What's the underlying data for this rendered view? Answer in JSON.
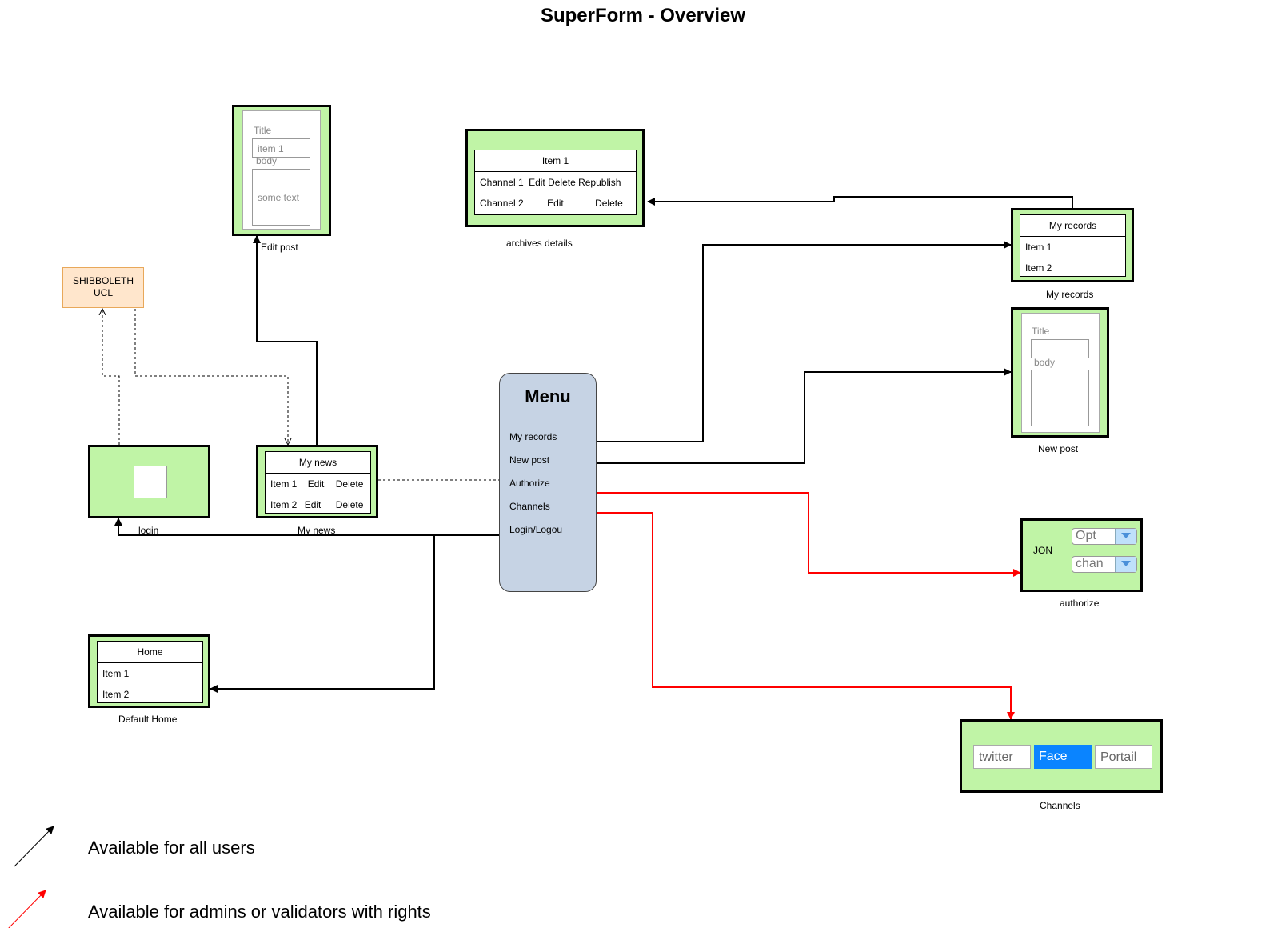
{
  "title": "SuperForm - Overview",
  "edit_post": {
    "title_label": "Title",
    "title_value": "item 1",
    "body_label": "body",
    "body_value": "some text",
    "caption": "Edit post"
  },
  "archives": {
    "header": "Item 1",
    "rows": [
      {
        "channel": "Channel 1",
        "actions": "Edit Delete Republish"
      },
      {
        "channel": "Channel 2",
        "edit": "Edit",
        "delete": "Delete"
      }
    ],
    "caption": "archives details"
  },
  "my_records": {
    "header": "My records",
    "items": [
      "Item 1",
      "Item 2"
    ],
    "caption": "My records"
  },
  "new_post": {
    "title_label": "Title",
    "body_label": "body",
    "caption": "New post"
  },
  "shibboleth": {
    "line1": "SHIBBOLETH",
    "line2": "UCL"
  },
  "login": {
    "caption": "login"
  },
  "my_news": {
    "header": "My news",
    "rows": [
      {
        "item": "Item 1",
        "edit": "Edit",
        "delete": "Delete"
      },
      {
        "item": "Item 2",
        "edit": "Edit",
        "delete": "Delete"
      }
    ],
    "caption": "My news"
  },
  "menu": {
    "title": "Menu",
    "items": [
      "My records",
      "New post",
      "Authorize",
      "Channels",
      "Login/Logou"
    ]
  },
  "authorize": {
    "user": "JON",
    "select1": "Opt",
    "select2": "chan",
    "caption": "authorize"
  },
  "home": {
    "header": "Home",
    "items": [
      "Item 1",
      "Item 2"
    ],
    "caption": "Default Home"
  },
  "channels": {
    "tabs": [
      "twitter",
      "Face",
      "Portail"
    ],
    "selected": "Face",
    "caption": "Channels"
  },
  "legend": {
    "all_users": "Available for all users",
    "admins": "Available for admins or validators with rights"
  },
  "colors": {
    "screen_fill": "#c0f4a6",
    "menu_fill": "#c6d3e4",
    "shibboleth_fill": "#ffe6cc",
    "admin_edge": "#ff0000",
    "user_edge": "#000000",
    "selected_tab": "#0a84ff"
  }
}
